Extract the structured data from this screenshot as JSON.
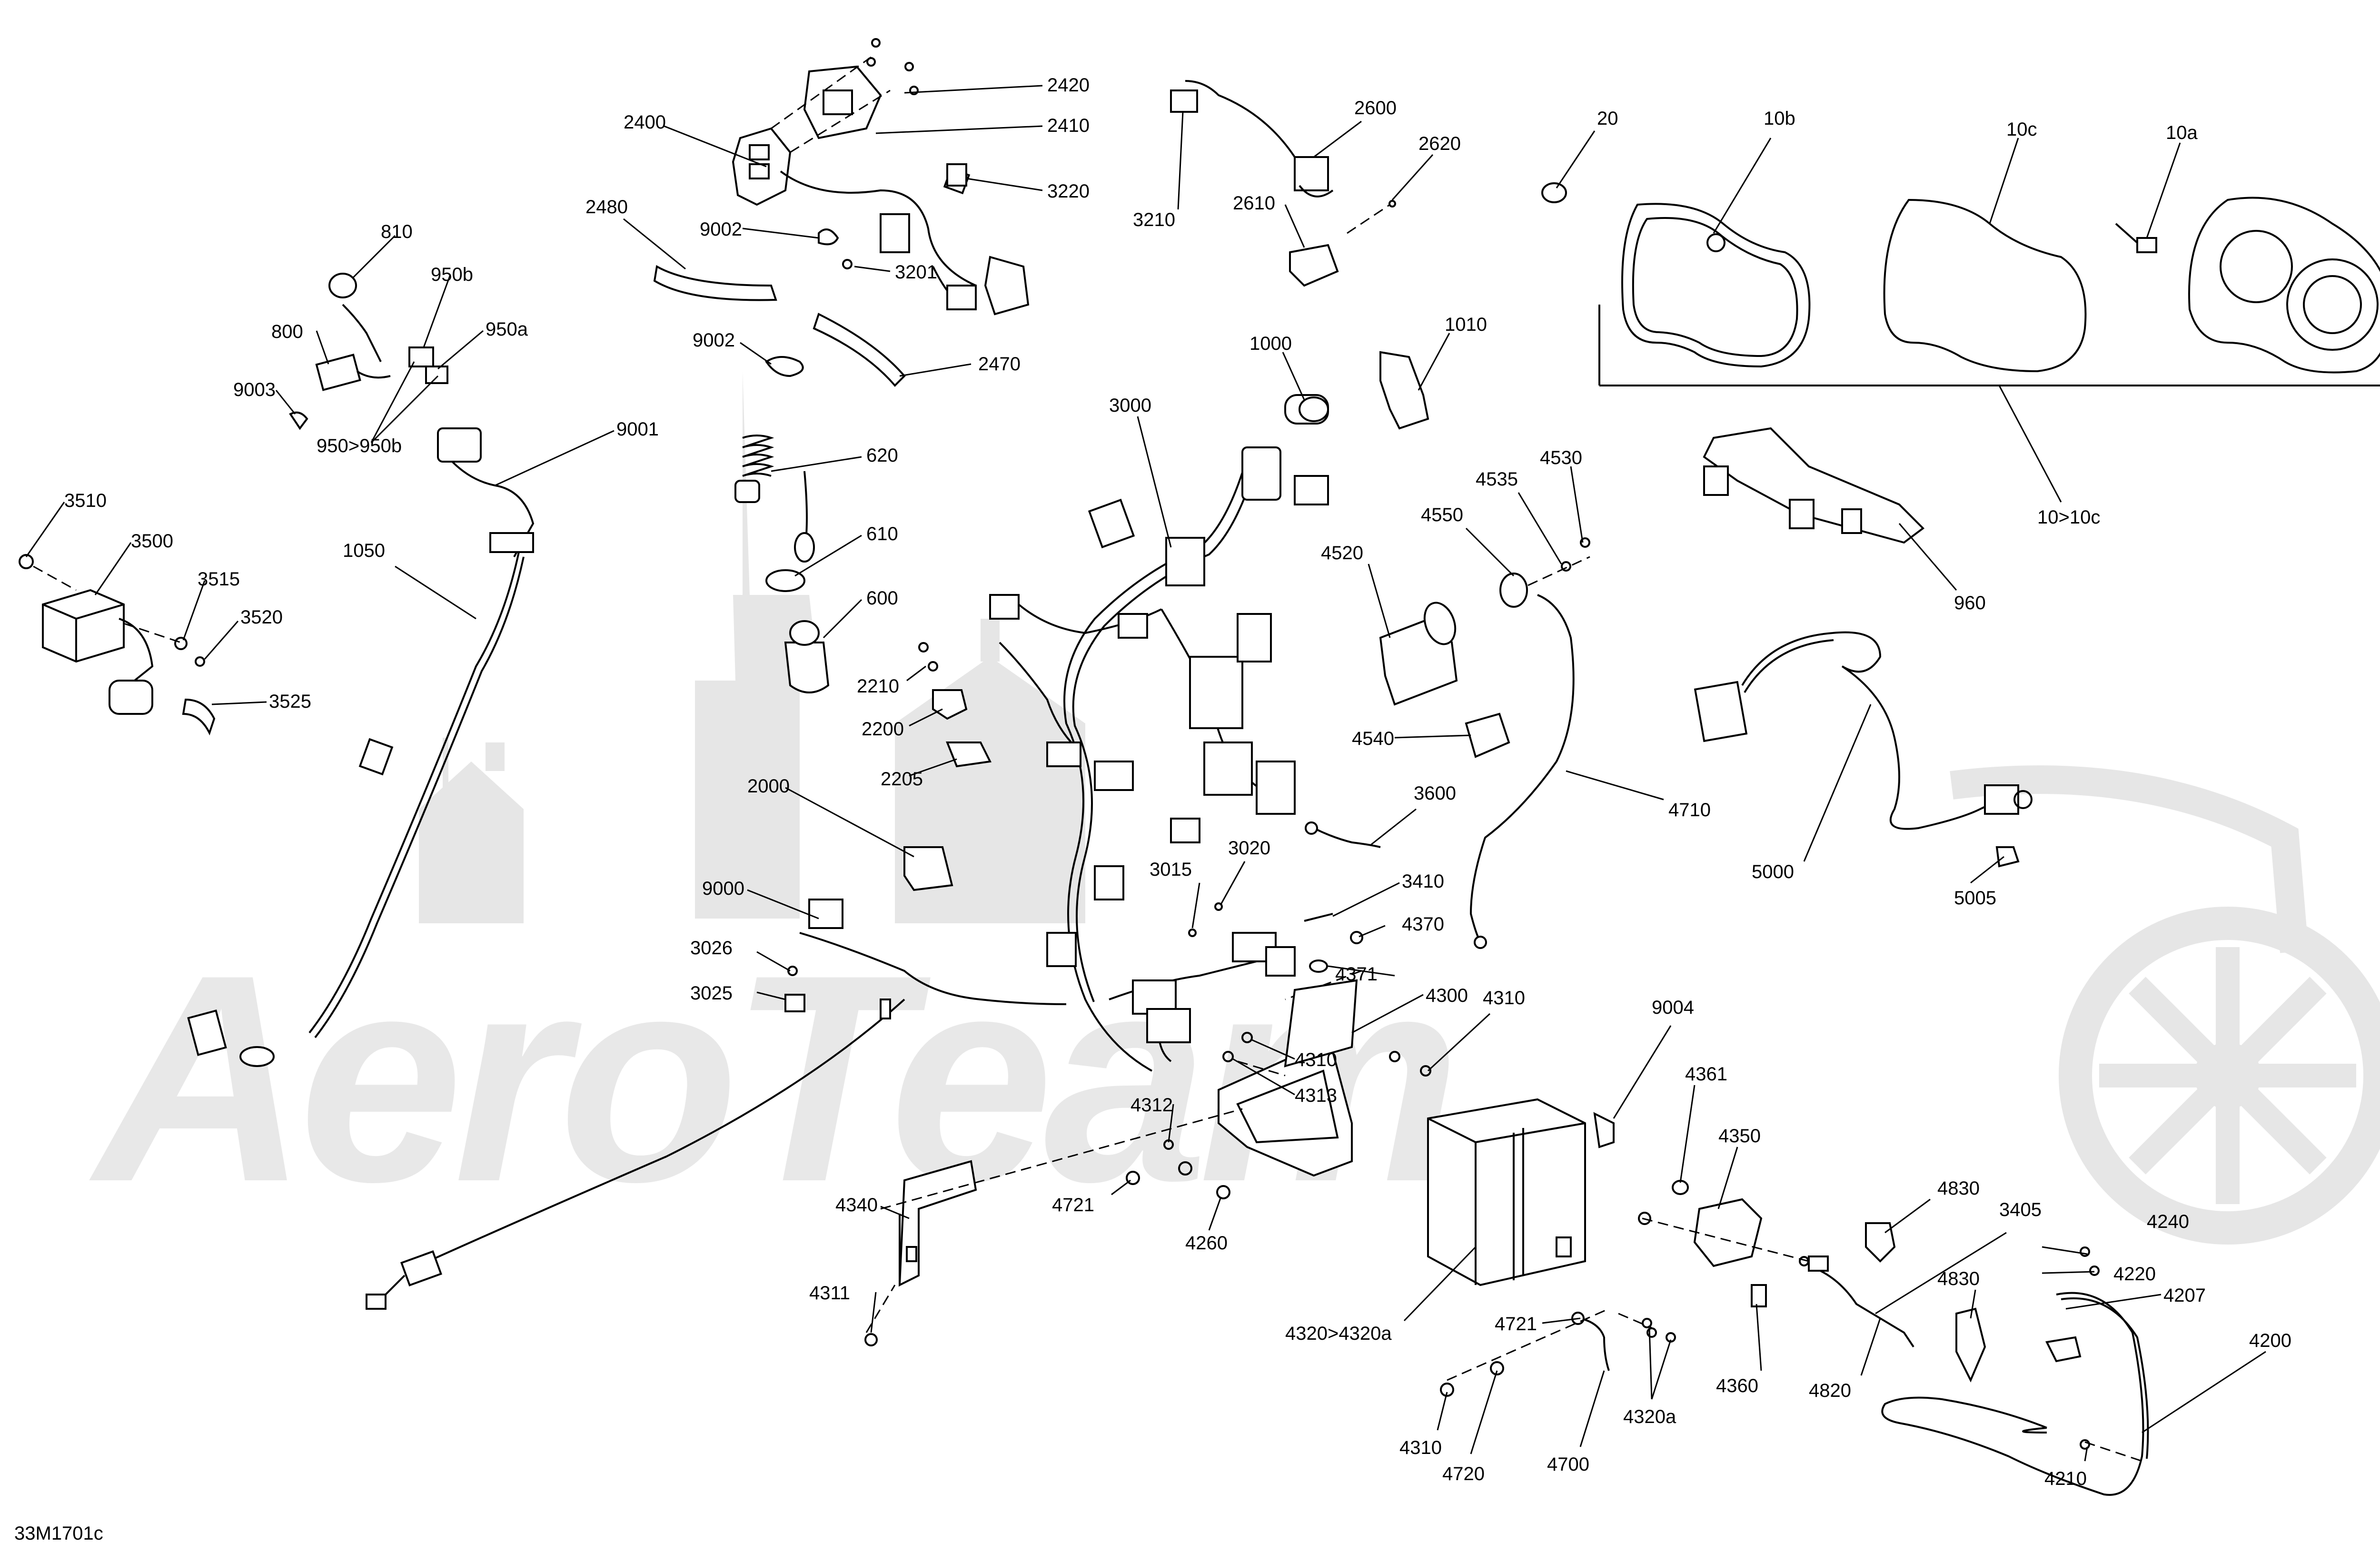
{
  "drawing_code": "33M1701c",
  "watermark": {
    "text": "AeroTeam"
  },
  "callouts": [
    {
      "id": "c2420",
      "text": "2420"
    },
    {
      "id": "c2410",
      "text": "2410"
    },
    {
      "id": "c2400",
      "text": "2400"
    },
    {
      "id": "c3220",
      "text": "3220"
    },
    {
      "id": "c2480",
      "text": "2480"
    },
    {
      "id": "c9002a",
      "text": "9002"
    },
    {
      "id": "c3201",
      "text": "3201"
    },
    {
      "id": "c9002b",
      "text": "9002"
    },
    {
      "id": "c2470",
      "text": "2470"
    },
    {
      "id": "c810",
      "text": "810"
    },
    {
      "id": "c950b",
      "text": "950b"
    },
    {
      "id": "c950a",
      "text": "950a"
    },
    {
      "id": "c800",
      "text": "800"
    },
    {
      "id": "c9003",
      "text": "9003"
    },
    {
      "id": "c950r",
      "text": "950>950b"
    },
    {
      "id": "c9001",
      "text": "9001"
    },
    {
      "id": "c3510",
      "text": "3510"
    },
    {
      "id": "c3500",
      "text": "3500"
    },
    {
      "id": "c3515",
      "text": "3515"
    },
    {
      "id": "c3520",
      "text": "3520"
    },
    {
      "id": "c3525",
      "text": "3525"
    },
    {
      "id": "c1050",
      "text": "1050"
    },
    {
      "id": "c620",
      "text": "620"
    },
    {
      "id": "c610",
      "text": "610"
    },
    {
      "id": "c600",
      "text": "600"
    },
    {
      "id": "c2210",
      "text": "2210"
    },
    {
      "id": "c2200",
      "text": "2200"
    },
    {
      "id": "c2205",
      "text": "2205"
    },
    {
      "id": "c2000",
      "text": "2000"
    },
    {
      "id": "c9000",
      "text": "9000"
    },
    {
      "id": "c3026",
      "text": "3026"
    },
    {
      "id": "c3025",
      "text": "3025"
    },
    {
      "id": "c2600",
      "text": "2600"
    },
    {
      "id": "c2620",
      "text": "2620"
    },
    {
      "id": "c3210",
      "text": "3210"
    },
    {
      "id": "c2610",
      "text": "2610"
    },
    {
      "id": "c1000",
      "text": "1000"
    },
    {
      "id": "c1010",
      "text": "1010"
    },
    {
      "id": "c3000",
      "text": "3000"
    },
    {
      "id": "c3015",
      "text": "3015"
    },
    {
      "id": "c3020",
      "text": "3020"
    },
    {
      "id": "c3410",
      "text": "3410"
    },
    {
      "id": "c4370",
      "text": "4370"
    },
    {
      "id": "c4371",
      "text": "4371"
    },
    {
      "id": "c4300",
      "text": "4300"
    },
    {
      "id": "c4310a",
      "text": "4310"
    },
    {
      "id": "c4310b",
      "text": "4310"
    },
    {
      "id": "c4313",
      "text": "4313"
    },
    {
      "id": "c4312",
      "text": "4312"
    },
    {
      "id": "c4721a",
      "text": "4721"
    },
    {
      "id": "c4260",
      "text": "4260"
    },
    {
      "id": "c4340",
      "text": "4340"
    },
    {
      "id": "c4311",
      "text": "4311"
    },
    {
      "id": "c3600",
      "text": "3600"
    },
    {
      "id": "c20",
      "text": "20"
    },
    {
      "id": "c10b",
      "text": "10b"
    },
    {
      "id": "c10c",
      "text": "10c"
    },
    {
      "id": "c10a",
      "text": "10a"
    },
    {
      "id": "c10r",
      "text": "10>10c"
    },
    {
      "id": "c960",
      "text": "960"
    },
    {
      "id": "c4530",
      "text": "4530"
    },
    {
      "id": "c4535",
      "text": "4535"
    },
    {
      "id": "c4550",
      "text": "4550"
    },
    {
      "id": "c4520",
      "text": "4520"
    },
    {
      "id": "c4540",
      "text": "4540"
    },
    {
      "id": "c4710",
      "text": "4710"
    },
    {
      "id": "c5000",
      "text": "5000"
    },
    {
      "id": "c5005",
      "text": "5005"
    },
    {
      "id": "c9004",
      "text": "9004"
    },
    {
      "id": "c4361",
      "text": "4361"
    },
    {
      "id": "c4350",
      "text": "4350"
    },
    {
      "id": "c4830a",
      "text": "4830"
    },
    {
      "id": "c3405",
      "text": "3405"
    },
    {
      "id": "c4240",
      "text": "4240"
    },
    {
      "id": "c4220",
      "text": "4220"
    },
    {
      "id": "c4830b",
      "text": "4830"
    },
    {
      "id": "c4207",
      "text": "4207"
    },
    {
      "id": "c4200",
      "text": "4200"
    },
    {
      "id": "c4320",
      "text": "4320>4320a"
    },
    {
      "id": "c4721b",
      "text": "4721"
    },
    {
      "id": "c4360",
      "text": "4360"
    },
    {
      "id": "c4820",
      "text": "4820"
    },
    {
      "id": "c4320a",
      "text": "4320a"
    },
    {
      "id": "c4310c",
      "text": "4310"
    },
    {
      "id": "c4720",
      "text": "4720"
    },
    {
      "id": "c4700",
      "text": "4700"
    },
    {
      "id": "c4210",
      "text": "4210"
    }
  ]
}
